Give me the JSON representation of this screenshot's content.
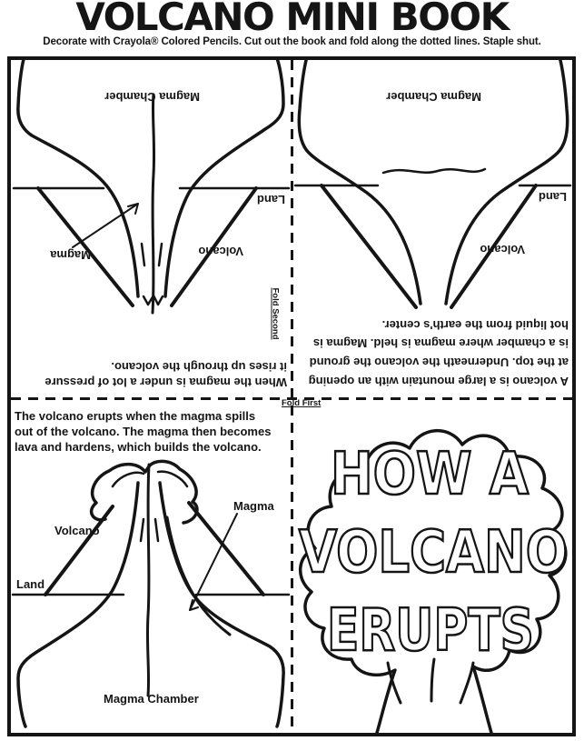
{
  "header": {
    "title": "VOLCANO MINI BOOK",
    "subtitle": "Decorate with Crayola® Colored Pencils. Cut out the book and fold along the dotted lines. Staple shut."
  },
  "fold_marks": {
    "first": "Fold First",
    "second": "Fold Second"
  },
  "panels": {
    "top_left": {
      "caption_lines": [
        "When the magma is under a lot of pressure",
        "it rises up through the volcano."
      ],
      "labels": {
        "magma_chamber": "Magma Chamber",
        "land": "Land",
        "volcano": "Volcano",
        "magma": "Magma"
      }
    },
    "top_right": {
      "caption_lines": [
        "A volcano is a large mountain with an opening",
        "at the top. Underneath the volcano the ground",
        "is a chamber where magma is held. Magma is",
        "hot liquid from the earth's center."
      ],
      "labels": {
        "magma_chamber": "Magma Chamber",
        "land": "Land",
        "volcano": "Volcano"
      }
    },
    "bottom_left": {
      "caption_lines": [
        "The volcano erupts when the magma spills",
        "out of the volcano. The magma then becomes",
        "lava and hardens, which builds the volcano."
      ],
      "labels": {
        "magma_chamber": "Magma Chamber",
        "land": "Land",
        "volcano": "Volcano",
        "magma": "Magma"
      }
    },
    "bottom_right": {
      "cover_lines": [
        "HOW A",
        "VOLCANO",
        "ERUPTS"
      ]
    }
  },
  "colors": {
    "ink": "#151515",
    "paper": "#ffffff"
  }
}
